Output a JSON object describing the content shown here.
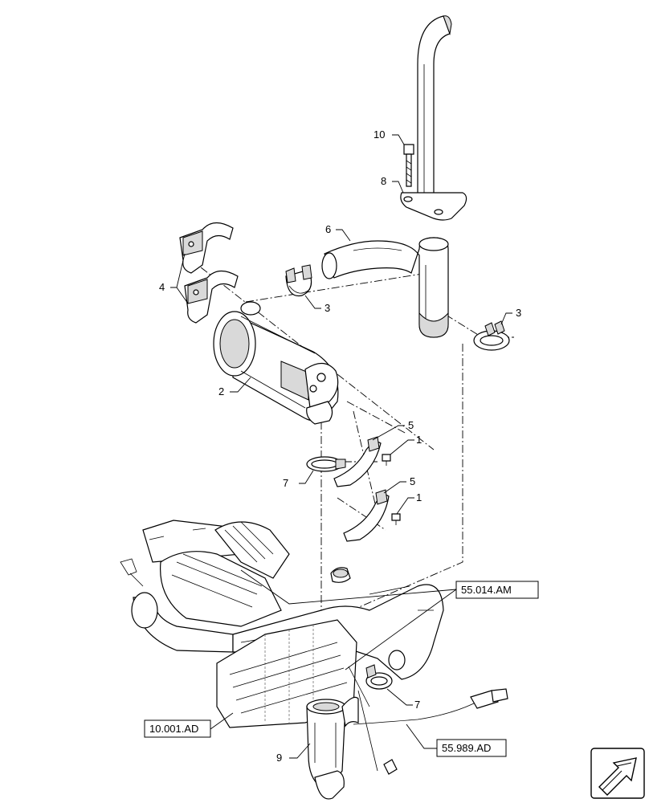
{
  "callouts": {
    "c1a": "1",
    "c1b": "1",
    "c2": "2",
    "c3a": "3",
    "c3b": "3",
    "c4": "4",
    "c5a": "5",
    "c5b": "5",
    "c6": "6",
    "c7a": "7",
    "c7b": "7",
    "c8": "8",
    "c9": "9",
    "c10": "10"
  },
  "references": {
    "ref_55_014": "55.014.AM",
    "ref_10_001": "10.001.AD",
    "ref_55_989": "55.989.AD"
  },
  "icons": {
    "navigation": "next-page-arrow-icon"
  }
}
